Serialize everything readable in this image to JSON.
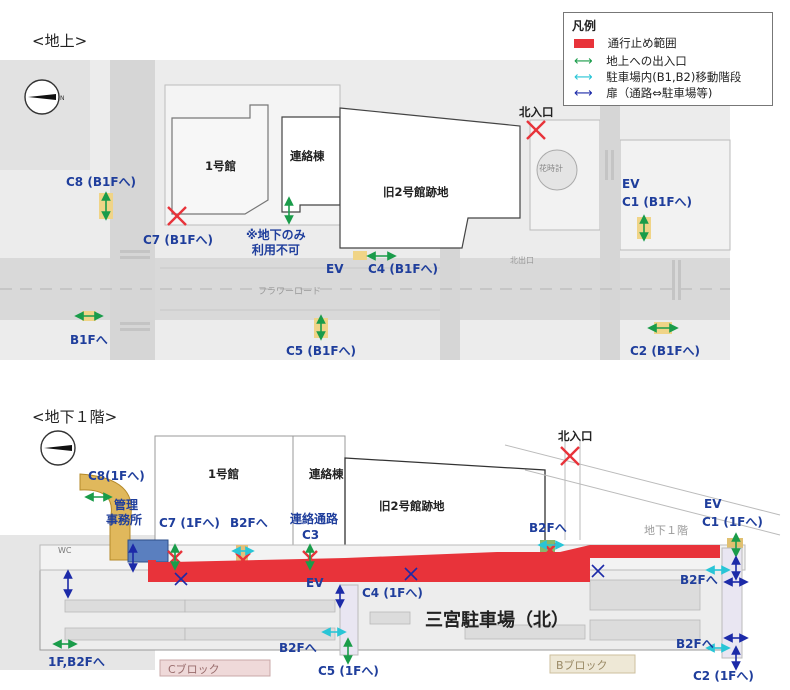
{
  "sections": {
    "ground": "<地上>",
    "b1": "<地下１階>"
  },
  "legend": {
    "title": "凡例",
    "items": [
      {
        "label": "通行止め範囲",
        "color": "#e8333a",
        "icon": "red-box"
      },
      {
        "label": "地上への出入口",
        "color": "#1a9c4a",
        "icon": "green-double-arrow"
      },
      {
        "label": "駐車場内(B1,B2)移動階段",
        "color": "#29c5d6",
        "icon": "cyan-double-arrow"
      },
      {
        "label": "扉（通路⇔駐車場等)",
        "color": "#1c2aa8",
        "icon": "blue-double-arrow"
      }
    ]
  },
  "ground": {
    "buildings": {
      "b1": "1号館",
      "link": "連絡棟",
      "site": "旧2号館跡地"
    },
    "north_entrance": "北入口",
    "note_line1": "※地下のみ",
    "note_line2": "利用不可",
    "street": "フラワーロード",
    "street2": "北出口",
    "flower_clock": "花時計",
    "labels": {
      "c8": "C8 (B1Fへ)",
      "c7": "C7 (B1Fへ)",
      "ev_left": "EV",
      "c4": "C4 (B1Fへ)",
      "ev_right": "EV",
      "c1": "C1 (B1Fへ)",
      "b1f": "B1Fへ",
      "c5": "C5 (B1Fへ)",
      "c2": "C2 (B1Fへ)"
    }
  },
  "b1": {
    "buildings": {
      "b1": "1号館",
      "link": "連絡棟",
      "site": "旧2号館跡地"
    },
    "north_entrance": "北入口",
    "floor_tag": "地下１階",
    "parking": "三宮駐車場（北）",
    "block_c": "Cブロック",
    "block_b": "Bブロック",
    "wc": "WC",
    "labels": {
      "c8": "C8(1Fへ)",
      "office_1": "管理",
      "office_2": "事務所",
      "c7": "C7 (1Fへ)",
      "b2f_a": "B2Fへ",
      "link_path": "連絡通路",
      "c3": "C3",
      "ev_left": "EV",
      "c4": "C4 (1Fへ)",
      "b2f_b": "B2Fへ",
      "ev_right": "EV",
      "c1": "C1 (1Fへ)",
      "b2f_c": "B2Fへ",
      "f1b2f": "1F,B2Fへ",
      "b2f_d": "B2Fへ",
      "c5": "C5 (1Fへ)",
      "b2f_e": "B2Fへ",
      "c2": "C2 (1Fへ)"
    }
  }
}
